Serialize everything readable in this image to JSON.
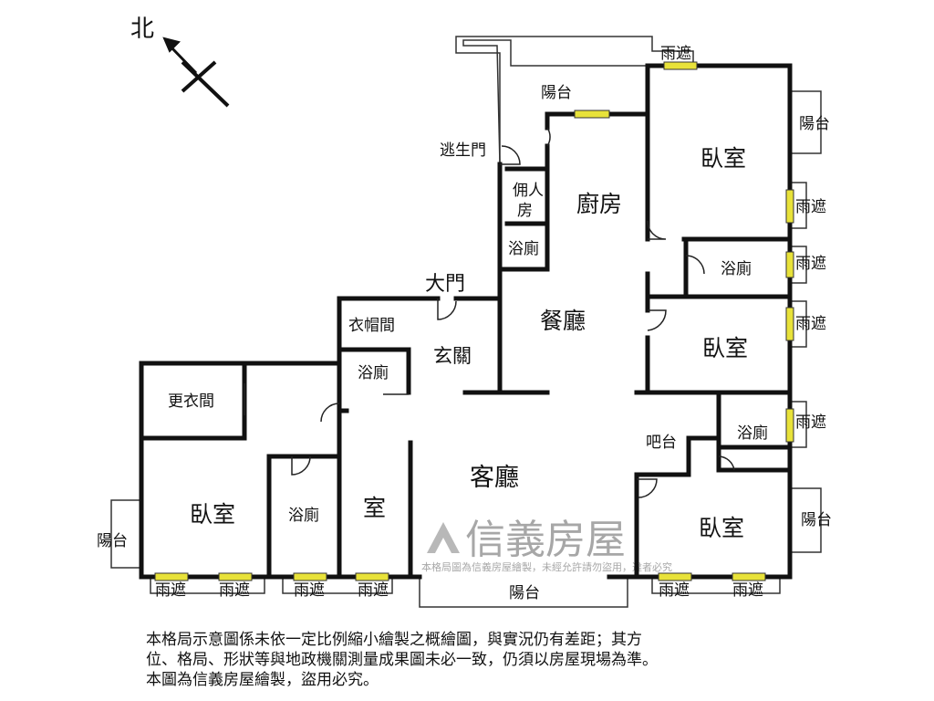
{
  "compass": {
    "label": "北"
  },
  "watermark": {
    "brand": "信義房屋",
    "subtext": "本格局圖為信義房屋繪製，未經允許請勿盜用，違者必究"
  },
  "rooms": {
    "balcony_top": "陽台",
    "escape_door": "逃生門",
    "servant_room_1": "佣人",
    "servant_room_2": "房",
    "bath_servant": "浴廁",
    "kitchen": "廚房",
    "bedroom_ne": "臥室",
    "balcony_ne": "陽台",
    "awning": "雨遮",
    "bath_ne": "浴廁",
    "main_door": "大門",
    "cloakroom": "衣帽間",
    "foyer": "玄關",
    "dining": "餐廳",
    "bath_foyer": "浴廁",
    "bedroom_e": "臥室",
    "dressing_room": "更衣間",
    "bar": "吧台",
    "bath_e": "浴廁",
    "living": "客廳",
    "bedroom_w": "臥室",
    "balcony_w": "陽台",
    "bath_w": "浴廁",
    "room": "室",
    "bedroom_se": "臥室",
    "balcony_se": "陽台",
    "balcony_s": "陽台"
  },
  "disclaimer": [
    "本格局示意圖係未依一定比例縮小繪製之概繪圖，與實況仍有差距；其方",
    "位、格局、形狀等與地政機關測量成果圖未必一致，仍須以房屋現場為準。",
    "本圖為信義房屋繪製，盜用必究。"
  ],
  "colors": {
    "wall": "#111111",
    "window": "#e8e23a",
    "watermark": "#8a8a8a"
  }
}
